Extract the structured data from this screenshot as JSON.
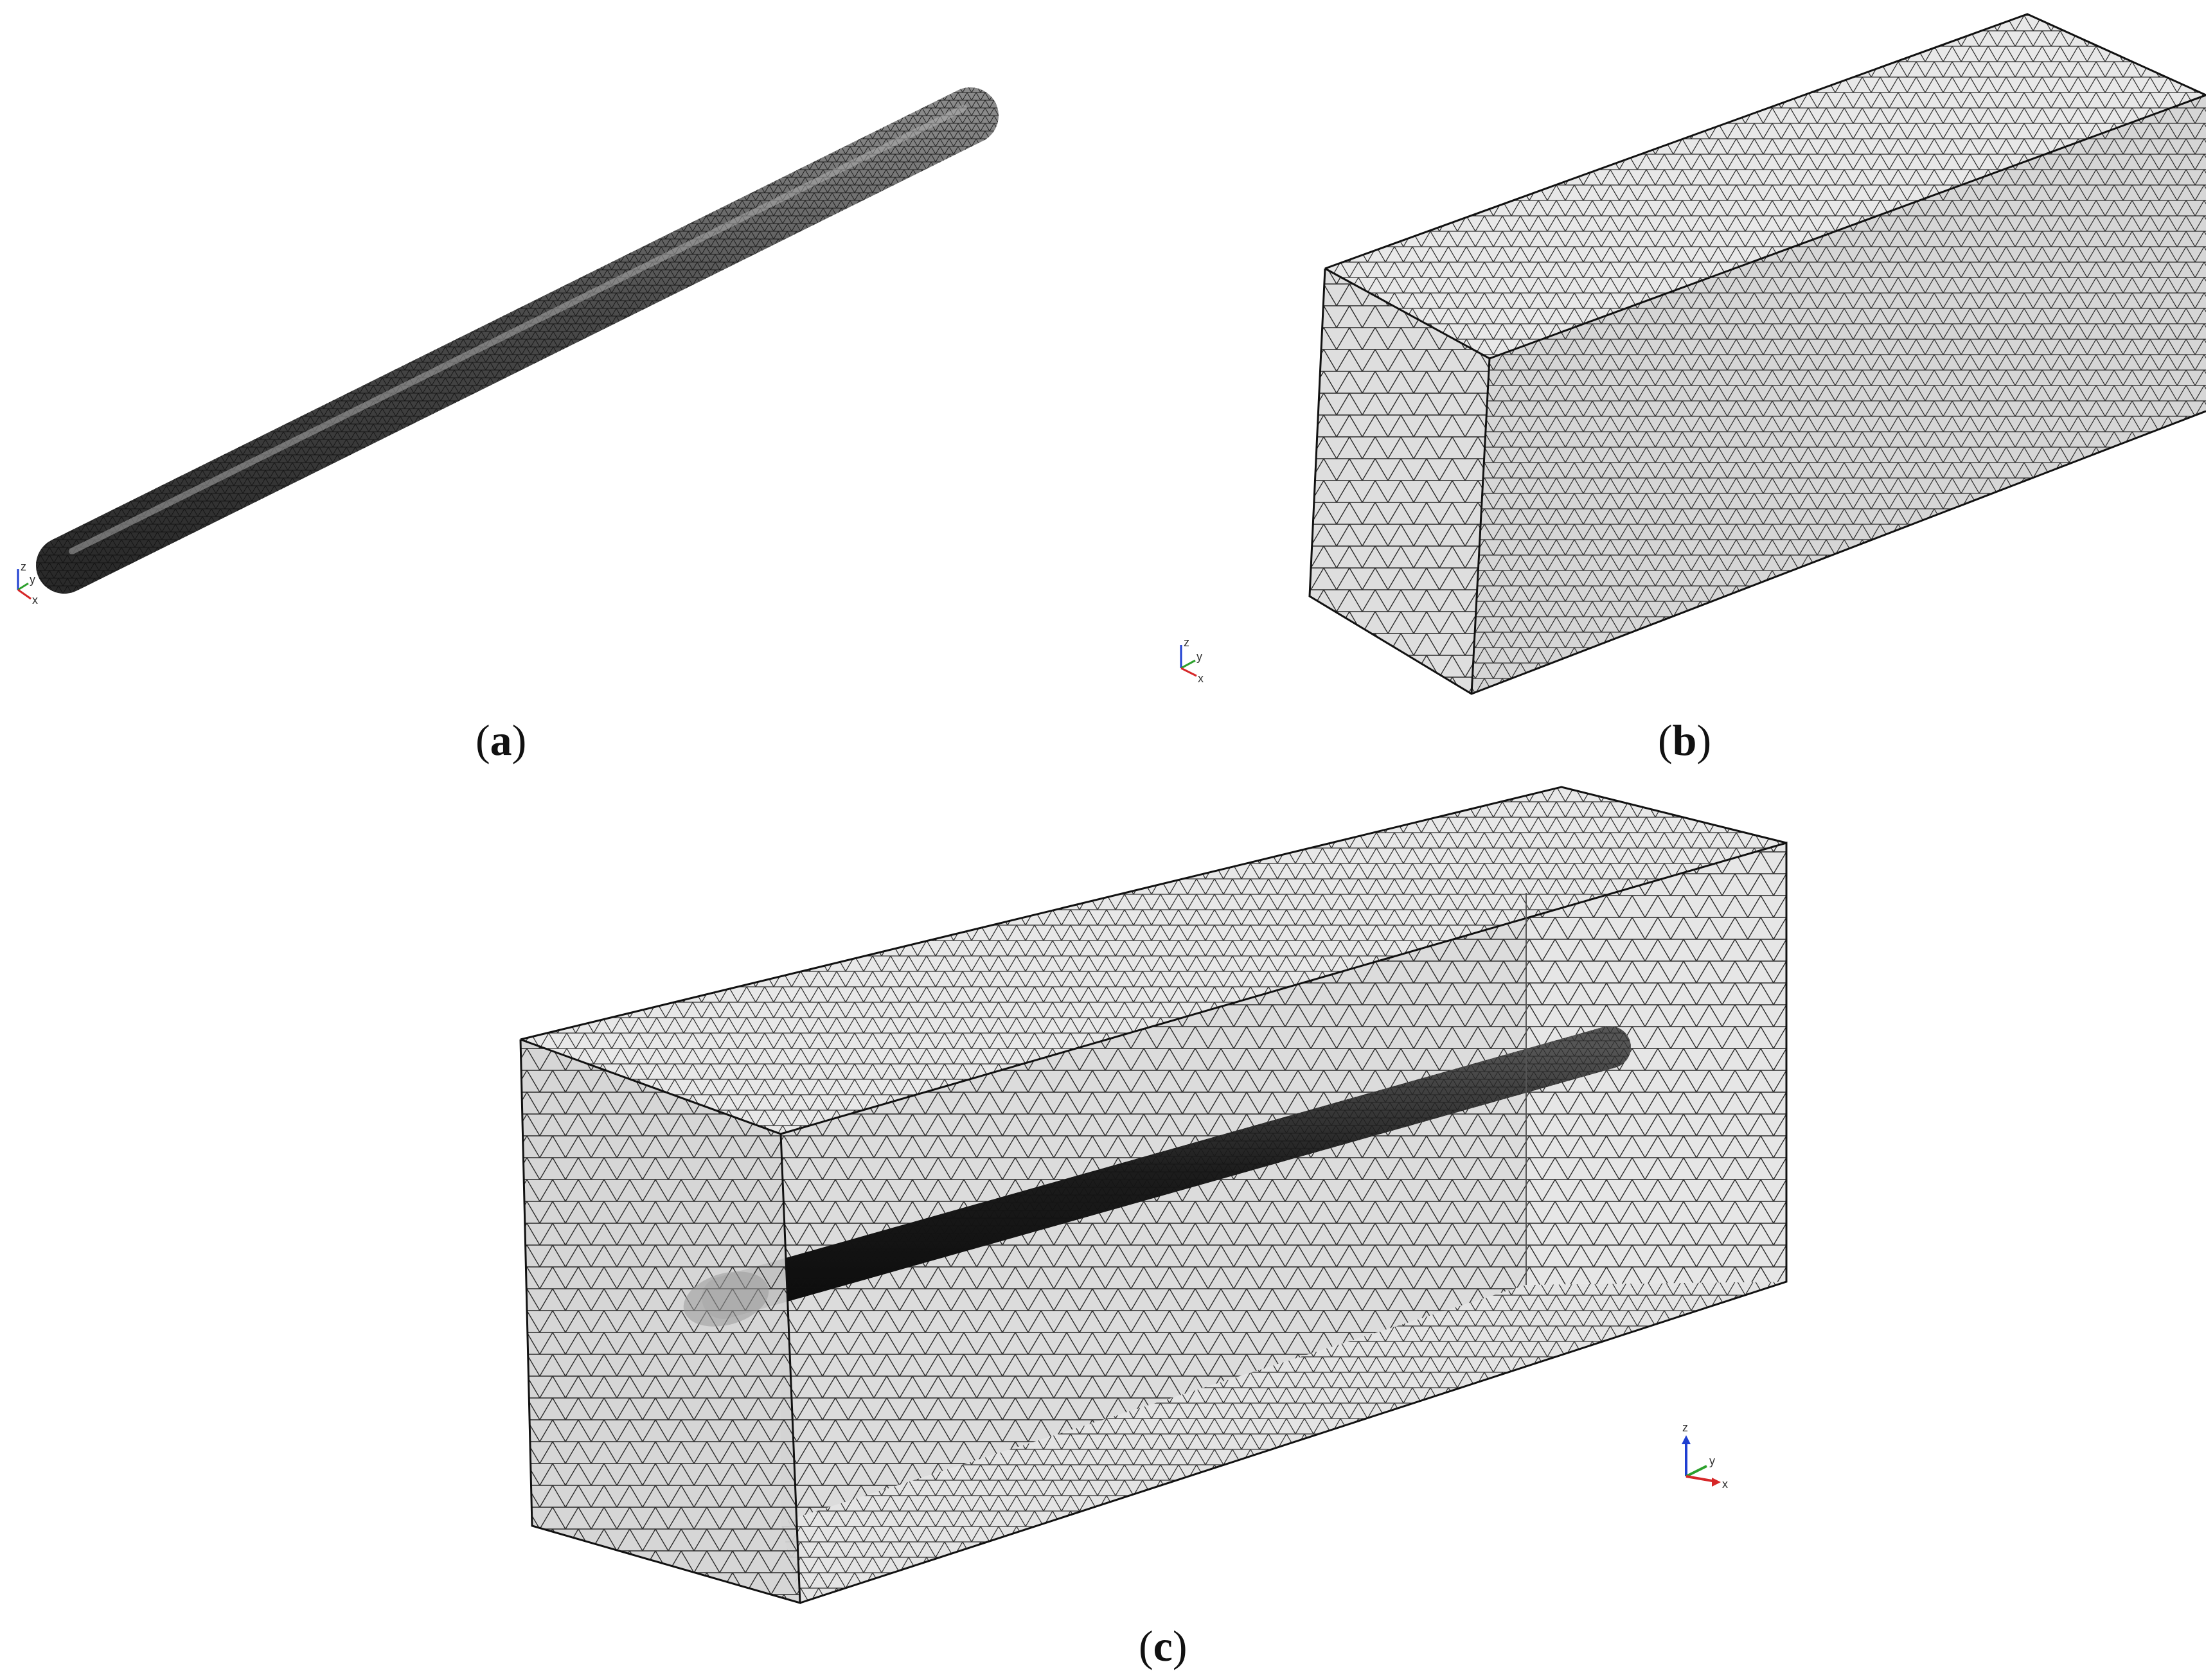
{
  "panels": [
    {
      "id": "a",
      "caption_letter": "a"
    },
    {
      "id": "b",
      "caption_letter": "b"
    },
    {
      "id": "c",
      "caption_letter": "c"
    }
  ],
  "axes_triad": {
    "labels": {
      "z": "z",
      "y": "y",
      "x": "x"
    },
    "colors": {
      "z": "#1f3fd1",
      "y": "#2ca02c",
      "x": "#d62728"
    }
  },
  "colors": {
    "mesh_line": "#222222",
    "rod_fill": "#3a3a3a",
    "box_face_front": "#d9d9d9",
    "box_face_top": "#e8e8e8",
    "box_face_side": "#cfcfcf",
    "background": "#ffffff"
  }
}
